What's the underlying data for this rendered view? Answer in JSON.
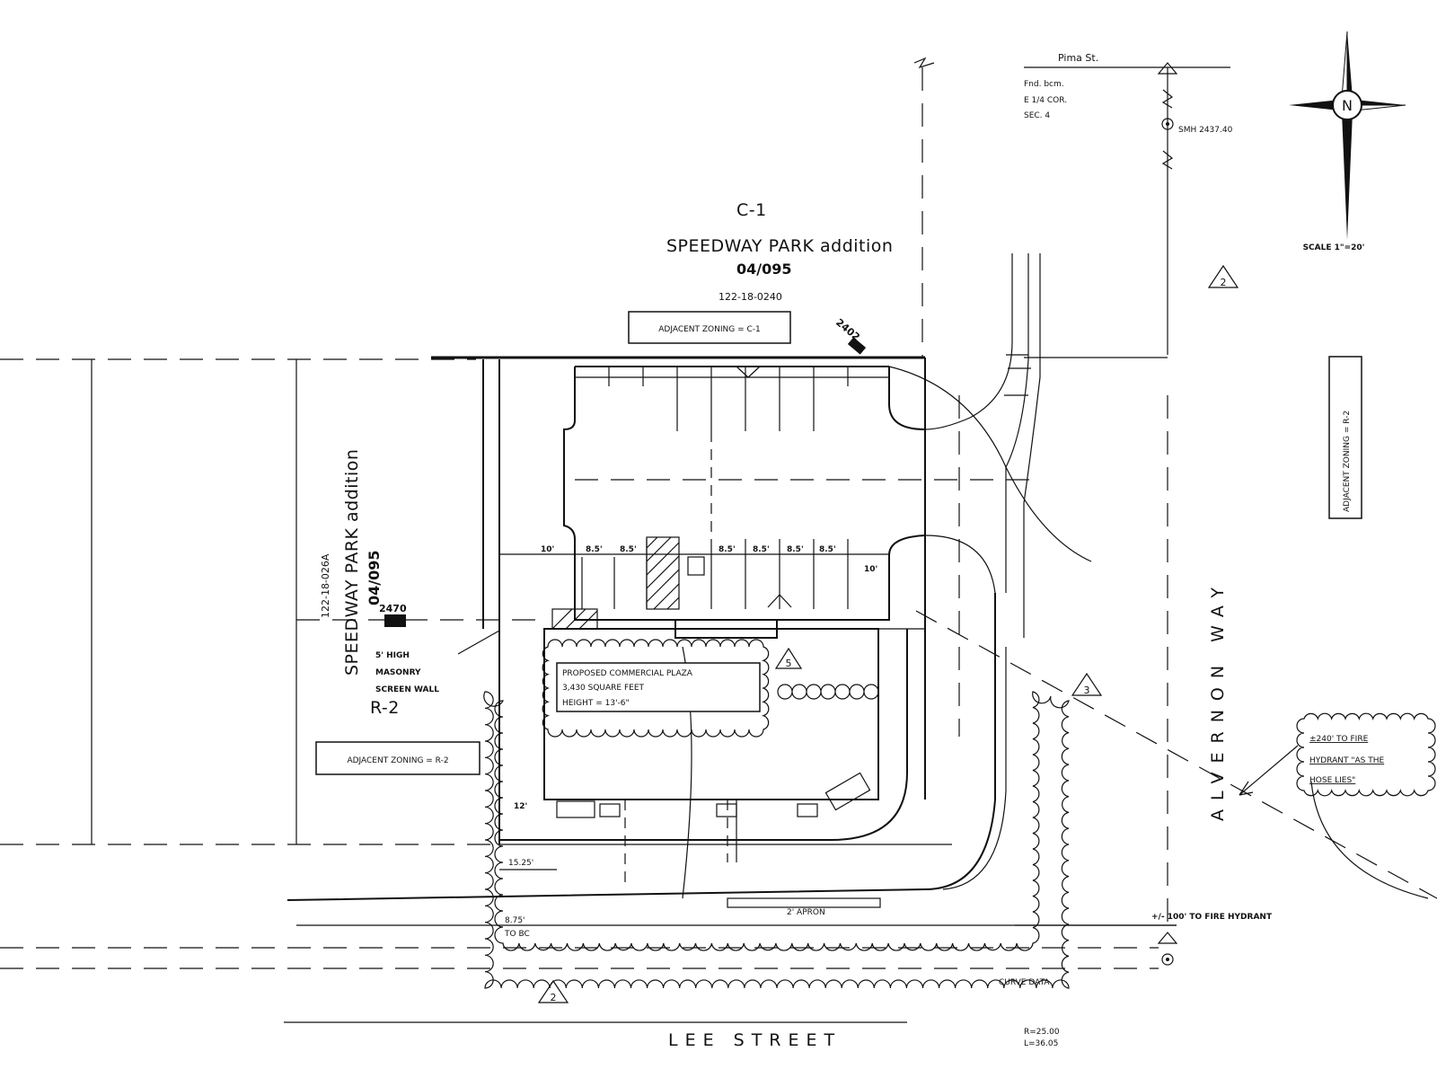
{
  "street_labels": {
    "pima": "Pima St.",
    "lee": "LEE  STREET",
    "alvernon": "ALVERNON  WAY"
  },
  "survey_note": [
    "Fnd. bcm.",
    "E 1/4 COR.",
    "SEC. 4"
  ],
  "smh": "SMH 2437.40",
  "north_letter": "N",
  "scale": "SCALE 1\"=20'",
  "north_parcel": {
    "zoning": "C-1",
    "name": "SPEEDWAY PARK addition",
    "book": "04/095",
    "parcel": "122-18-0240",
    "adjacent_zoning": "ADJACENT ZONING = C-1",
    "addr": "2402"
  },
  "west_parcel": {
    "parcel": "122-18-026A",
    "name": "SPEEDWAY PARK addition",
    "book": "04/095",
    "addr": "2470",
    "zoning": "R-2",
    "adjacent_zoning": "ADJACENT ZONING = R-2"
  },
  "east_adjacent_zoning": "ADJACENT ZONING = R-2",
  "wall_note": [
    "5' HIGH",
    "MASONRY",
    "SCREEN WALL"
  ],
  "building": [
    "PROPOSED COMMERCIAL PLAZA",
    "3,430 SQUARE FEET",
    "HEIGHT = 13'-6\""
  ],
  "fire_hydrant_note": [
    "±240' TO FIRE",
    "HYDRANT \"AS THE",
    "HOSE LIES\""
  ],
  "fire_hydrant_100": "+/- 100' TO FIRE HYDRANT",
  "curve": [
    "CURVE DATA",
    "R=25.00",
    "L=36.05"
  ],
  "dims": {
    "d_15": "15.25'",
    "d_875": [
      "8.75'",
      "TO BC"
    ],
    "d_10_left": "10'",
    "d_10_right": "10'",
    "d_12": "12'",
    "stall": "8.5'",
    "apron": "2' APRON"
  },
  "rev_marks": [
    "2",
    "2",
    "3",
    "5"
  ],
  "icons": [
    "north-arrow-icon",
    "revision-triangle-icon",
    "survey-monument-icon"
  ]
}
